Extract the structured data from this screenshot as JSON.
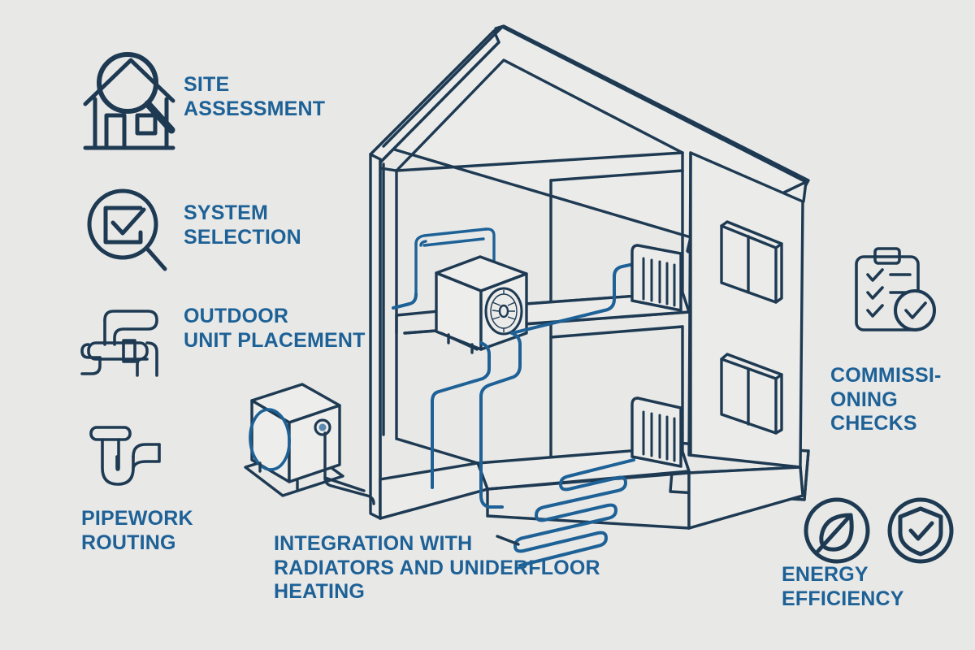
{
  "theme": {
    "background": "#e8e8e7",
    "text_blue": "#1d6196",
    "line_navy": "#1e3a52",
    "pipe_blue": "#1d6196"
  },
  "diagram": {
    "title_present": false,
    "subject": "Air source heat pump installation steps around a cutaway house"
  },
  "steps": [
    {
      "id": "site-assessment",
      "label": "SITE\nASSESSMENT",
      "icon": "house-magnifier-icon",
      "side": "left"
    },
    {
      "id": "system-selection",
      "label": "SYSTEM\nSELECTION",
      "icon": "magnifier-checkbox-icon",
      "side": "left"
    },
    {
      "id": "outdoor-unit-placement",
      "label": "OUTDOOR\nUNIT PLACEMENT",
      "icon": "pipe-fitting-icon",
      "side": "left"
    },
    {
      "id": "pipework-routing",
      "label": "PIPEWORK\nROUTING",
      "icon": "u-bend-pipe-icon",
      "side": "left"
    },
    {
      "id": "integration",
      "label": "INTEGRATION WITH\nRADIATORS AND UNIDERFLOOR\nHEATING",
      "icon": "none",
      "side": "bottom"
    },
    {
      "id": "commissioning-checks",
      "label": "COMMISSI-\nONING\nCHECKS",
      "icon": "clipboard-check-icon",
      "side": "right"
    },
    {
      "id": "energy-efficiency",
      "label": "ENERGY\nEFFICIENCY",
      "icon": "leaf-icon + shield-check-icon",
      "side": "right"
    }
  ],
  "house": {
    "floors": 2,
    "radiators": 2,
    "radiator_fins": 6,
    "windows": 2,
    "underfloor_heating_loops": 4,
    "indoor_unit": "heat-pump-indoor-unit",
    "outdoor_unit": "heat-pump-outdoor-unit"
  }
}
